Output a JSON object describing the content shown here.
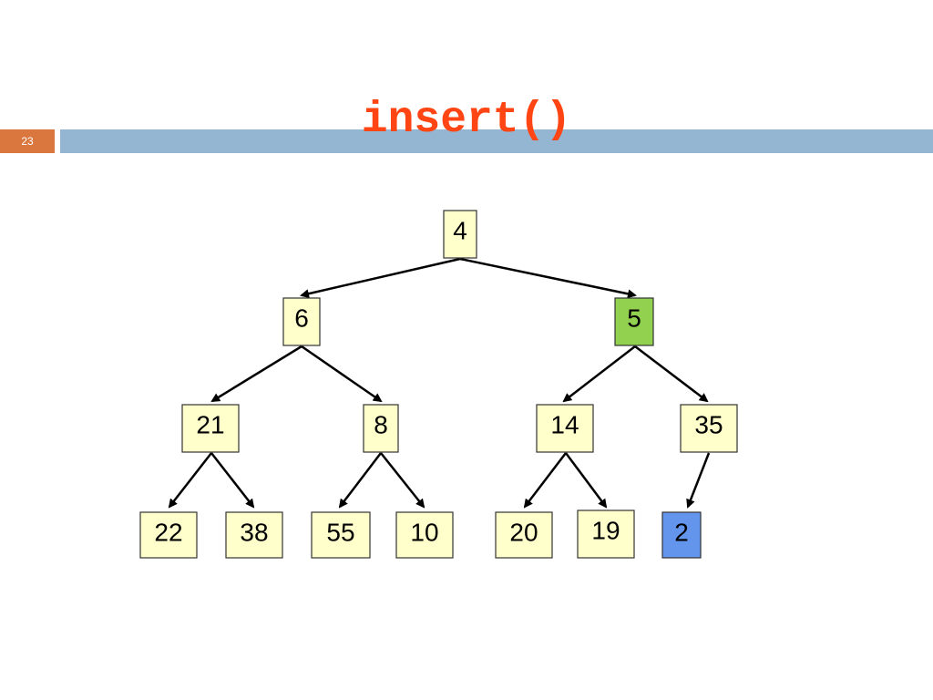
{
  "slide": {
    "number": "23",
    "title": "insert()",
    "title_color": "#ff4513",
    "accent_color": "#d9773f",
    "bar_color": "#94b6d2"
  },
  "tree": {
    "default_fill": "#ffffcc",
    "nodes": [
      {
        "id": "n4",
        "value": "4",
        "fill": "#ffffcc"
      },
      {
        "id": "n6",
        "value": "6",
        "fill": "#ffffcc"
      },
      {
        "id": "n5",
        "value": "5",
        "fill": "#92d050"
      },
      {
        "id": "n21",
        "value": "21",
        "fill": "#ffffcc"
      },
      {
        "id": "n8",
        "value": "8",
        "fill": "#ffffcc"
      },
      {
        "id": "n14",
        "value": "14",
        "fill": "#ffffcc"
      },
      {
        "id": "n35",
        "value": "35",
        "fill": "#ffffcc"
      },
      {
        "id": "n22",
        "value": "22",
        "fill": "#ffffcc"
      },
      {
        "id": "n38",
        "value": "38",
        "fill": "#ffffcc"
      },
      {
        "id": "n55",
        "value": "55",
        "fill": "#ffffcc"
      },
      {
        "id": "n10",
        "value": "10",
        "fill": "#ffffcc"
      },
      {
        "id": "n20",
        "value": "20",
        "fill": "#ffffcc"
      },
      {
        "id": "n19",
        "value": "19",
        "fill": "#ffffcc"
      },
      {
        "id": "n2",
        "value": "2",
        "fill": "#6495ed"
      }
    ],
    "edges": [
      {
        "from": "n4",
        "to": "n6"
      },
      {
        "from": "n4",
        "to": "n5"
      },
      {
        "from": "n6",
        "to": "n21"
      },
      {
        "from": "n6",
        "to": "n8"
      },
      {
        "from": "n5",
        "to": "n14"
      },
      {
        "from": "n5",
        "to": "n35"
      },
      {
        "from": "n21",
        "to": "n22"
      },
      {
        "from": "n21",
        "to": "n38"
      },
      {
        "from": "n8",
        "to": "n55"
      },
      {
        "from": "n8",
        "to": "n10"
      },
      {
        "from": "n14",
        "to": "n20"
      },
      {
        "from": "n14",
        "to": "n19"
      },
      {
        "from": "n35",
        "to": "n2"
      }
    ]
  }
}
